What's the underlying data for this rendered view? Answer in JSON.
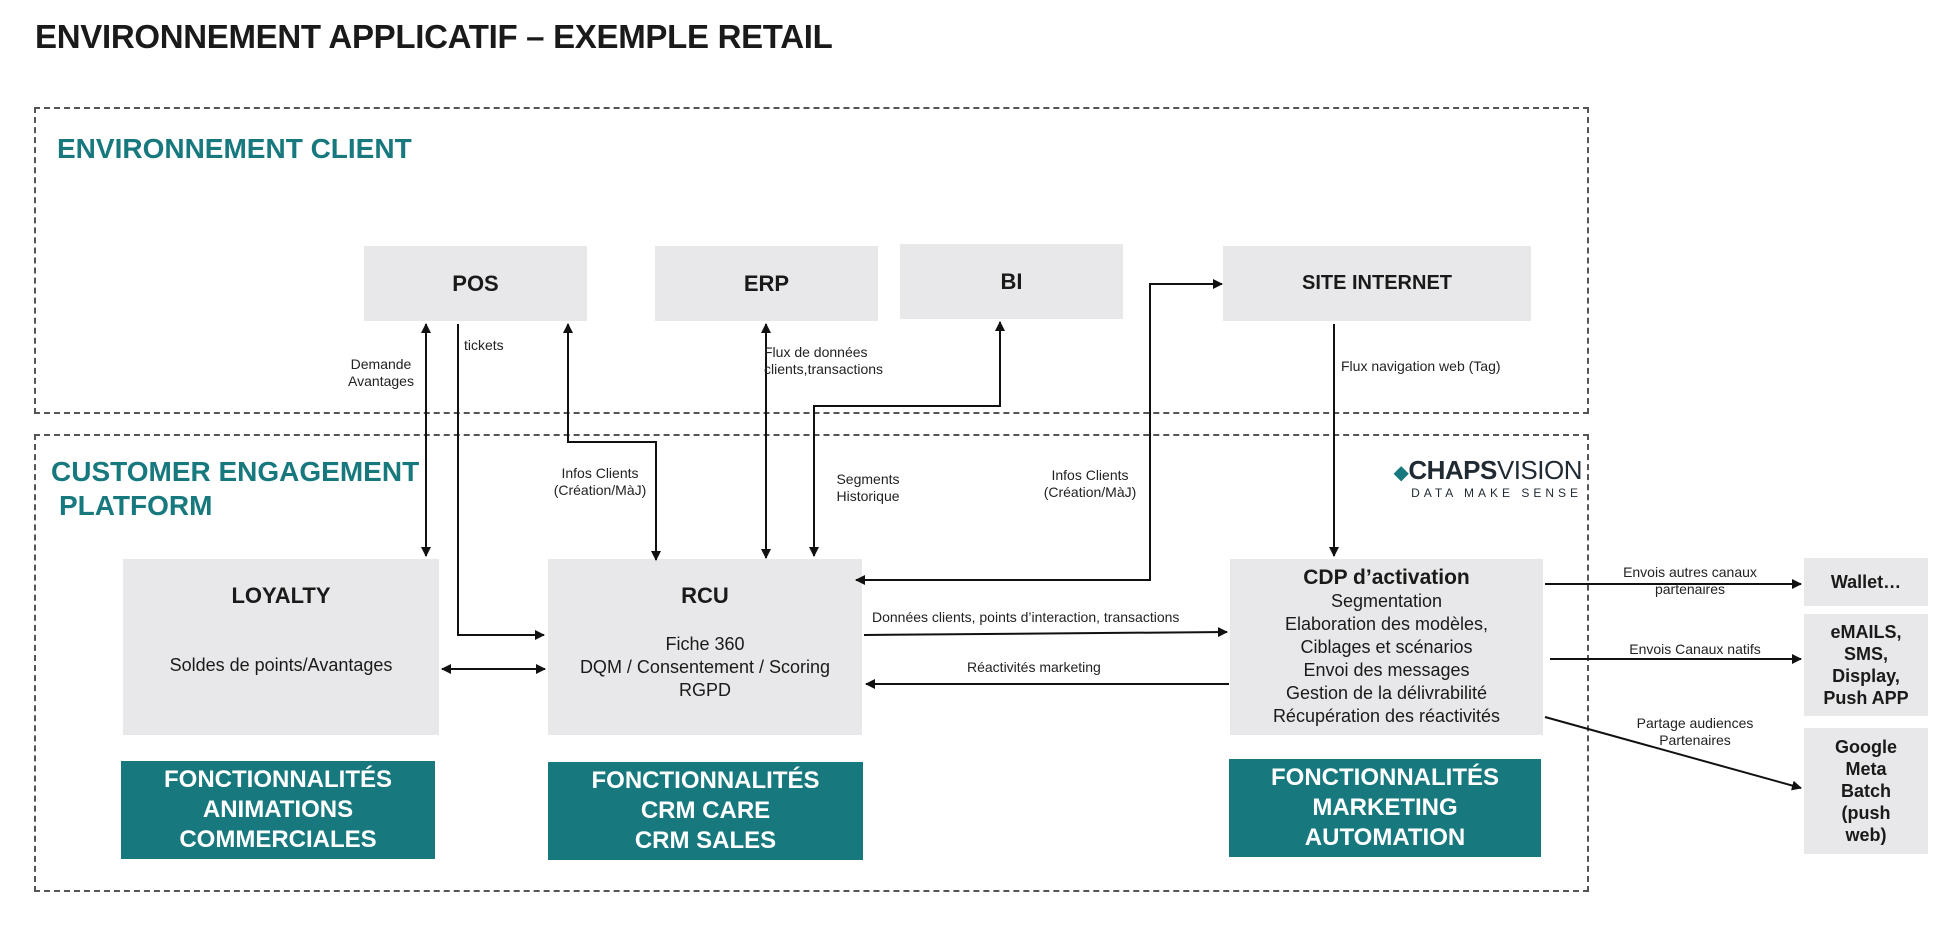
{
  "title": "ENVIRONNEMENT APPLICATIF – EXEMPLE RETAIL",
  "zones": {
    "client": "ENVIRONNEMENT CLIENT",
    "platform": [
      "CUSTOMER ENGAGEMENT",
      "PLATFORM"
    ]
  },
  "logo": {
    "brand_part1": "CHAPS",
    "brand_part2": "VISION",
    "tagline": "DATA MAKE SENSE"
  },
  "boxes": {
    "pos": "POS",
    "erp": "ERP",
    "bi": "BI",
    "site": "SITE INTERNET",
    "loyalty": {
      "title": "LOYALTY",
      "lines": [
        "Soldes de points/Avantages"
      ]
    },
    "rcu": {
      "title": "RCU",
      "lines": [
        "Fiche 360",
        "DQM / Consentement / Scoring",
        "RGPD"
      ]
    },
    "cdp": {
      "title": "CDP d’activation",
      "lines": [
        "Segmentation",
        "Elaboration des modèles,",
        "Ciblages et scénarios",
        "Envoi des messages",
        "Gestion de la délivrabilité",
        "Récupération des réactivités"
      ]
    }
  },
  "features": {
    "animations": [
      "FONCTIONNALITÉS",
      "ANIMATIONS",
      "COMMERCIALES"
    ],
    "crm": [
      "FONCTIONNALITÉS",
      "CRM CARE",
      "CRM SALES"
    ],
    "marketing": [
      "FONCTIONNALITÉS",
      "MARKETING",
      "AUTOMATION"
    ]
  },
  "channels": {
    "wallet": [
      "Wallet…"
    ],
    "native": [
      "eMAILS,",
      "SMS,",
      "Display,",
      "Push APP"
    ],
    "partners": [
      "Google",
      "Meta",
      "Batch",
      "(push",
      "web)"
    ]
  },
  "flows": {
    "demande": [
      "Demande",
      "Avantages"
    ],
    "tickets": [
      "tickets"
    ],
    "flux_erp": [
      "Flux de données",
      "clients,transactions"
    ],
    "flux_nav": [
      "Flux navigation web (Tag)"
    ],
    "infos_pos": [
      "Infos Clients",
      "(Création/MàJ)"
    ],
    "segments": [
      "Segments",
      "Historique"
    ],
    "infos_site": [
      "Infos Clients",
      "(Création/MàJ)"
    ],
    "donnees": [
      "Données clients, points d’interaction, transactions"
    ],
    "reactivites": [
      "Réactivités marketing"
    ],
    "autres_canaux": [
      "Envois autres canaux",
      "partenaires"
    ],
    "natifs": [
      "Envois Canaux natifs"
    ],
    "audiences": [
      "Partage audiences",
      "Partenaires"
    ]
  },
  "colors": {
    "accent": "#17797e",
    "box": "#e8e8ea",
    "line": "#111111"
  }
}
